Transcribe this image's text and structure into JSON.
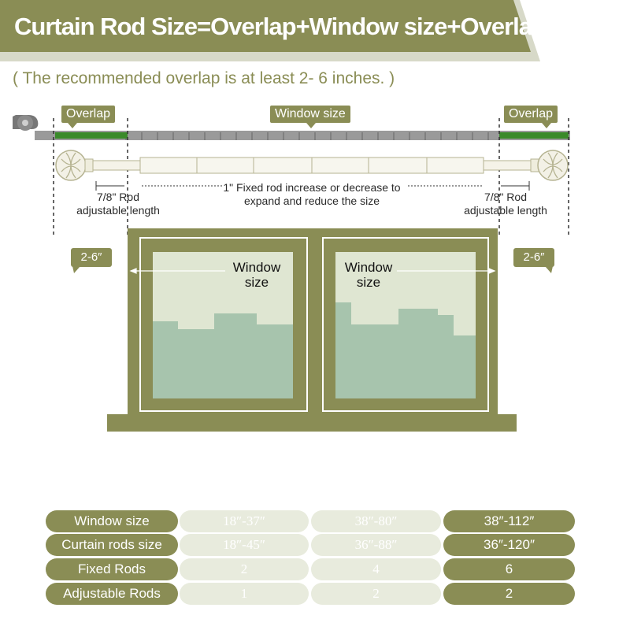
{
  "header": {
    "title": "Curtain Rod Size=Overlap+Window size+Overlap",
    "subtitle": "( The recommended overlap is at least 2- 6 inches. )"
  },
  "diagram": {
    "overlap_left": "Overlap",
    "window_size": "Window size",
    "overlap_right": "Overlap",
    "rod_left_line1": "7/8\"  Rod",
    "rod_left_line2": "adjustable length",
    "fixed_rod_line1": "1\" Fixed rod  increase or decrease to",
    "fixed_rod_line2": "expand and reduce the size",
    "rod_right_line1": "7/8\"  Rod",
    "rod_right_line2": "adjustable length",
    "side_left": "2-6″",
    "side_right": "2-6″",
    "window_left_line1": "Window",
    "window_left_line2": "size",
    "window_right_line1": "Window",
    "window_right_line2": "size"
  },
  "table": {
    "rows": [
      {
        "label": "Window size",
        "values": [
          "18″-37″",
          "38″-80″",
          "38″-112″"
        ]
      },
      {
        "label": "Curtain rods size",
        "values": [
          "18″-45″",
          "36″-88″",
          "36″-120″"
        ]
      },
      {
        "label": "Fixed Rods",
        "values": [
          "2",
          "4",
          "6"
        ]
      },
      {
        "label": "Adjustable Rods",
        "values": [
          "1",
          "2",
          "2"
        ]
      }
    ]
  },
  "colors": {
    "olive": "#8a8d55",
    "pale": "#e8ebdd",
    "glass": "#a7c4ad",
    "measure_green": "#3a8a2a"
  }
}
